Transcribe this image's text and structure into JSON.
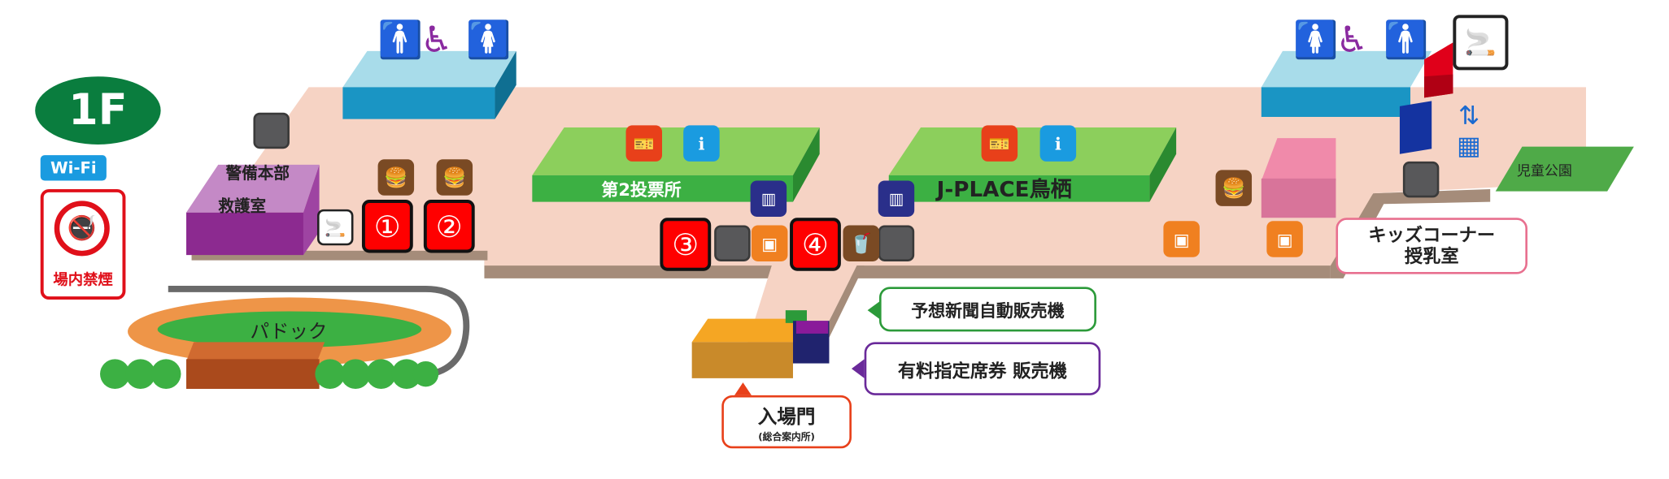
{
  "floor_label": "1F",
  "wifi_label": "Wi-Fi",
  "no_smoking_label": "場内禁煙",
  "areas": {
    "security": "警備本部",
    "first_aid": "救護室",
    "voting_2": "第2投票所",
    "jplace": "J-PLACE鳥栖",
    "paddock": "パドック",
    "park": "児童公園"
  },
  "callouts": {
    "newspaper": "予想新聞自動販売機",
    "reserved_seat": "有料指定席券 販売機",
    "gate": "入場門",
    "gate_sub": "(総合案内所)",
    "kids_line1": "キッズコーナー",
    "kids_line2": "授乳室"
  },
  "markers": [
    "①",
    "②",
    "③",
    "④"
  ],
  "colors": {
    "floor": "#f6d3c4",
    "floor_edge": "#a58c7a",
    "green": "#3cb043",
    "marker_red": "#ff0000",
    "restroom_blue": "#1a95c4"
  }
}
